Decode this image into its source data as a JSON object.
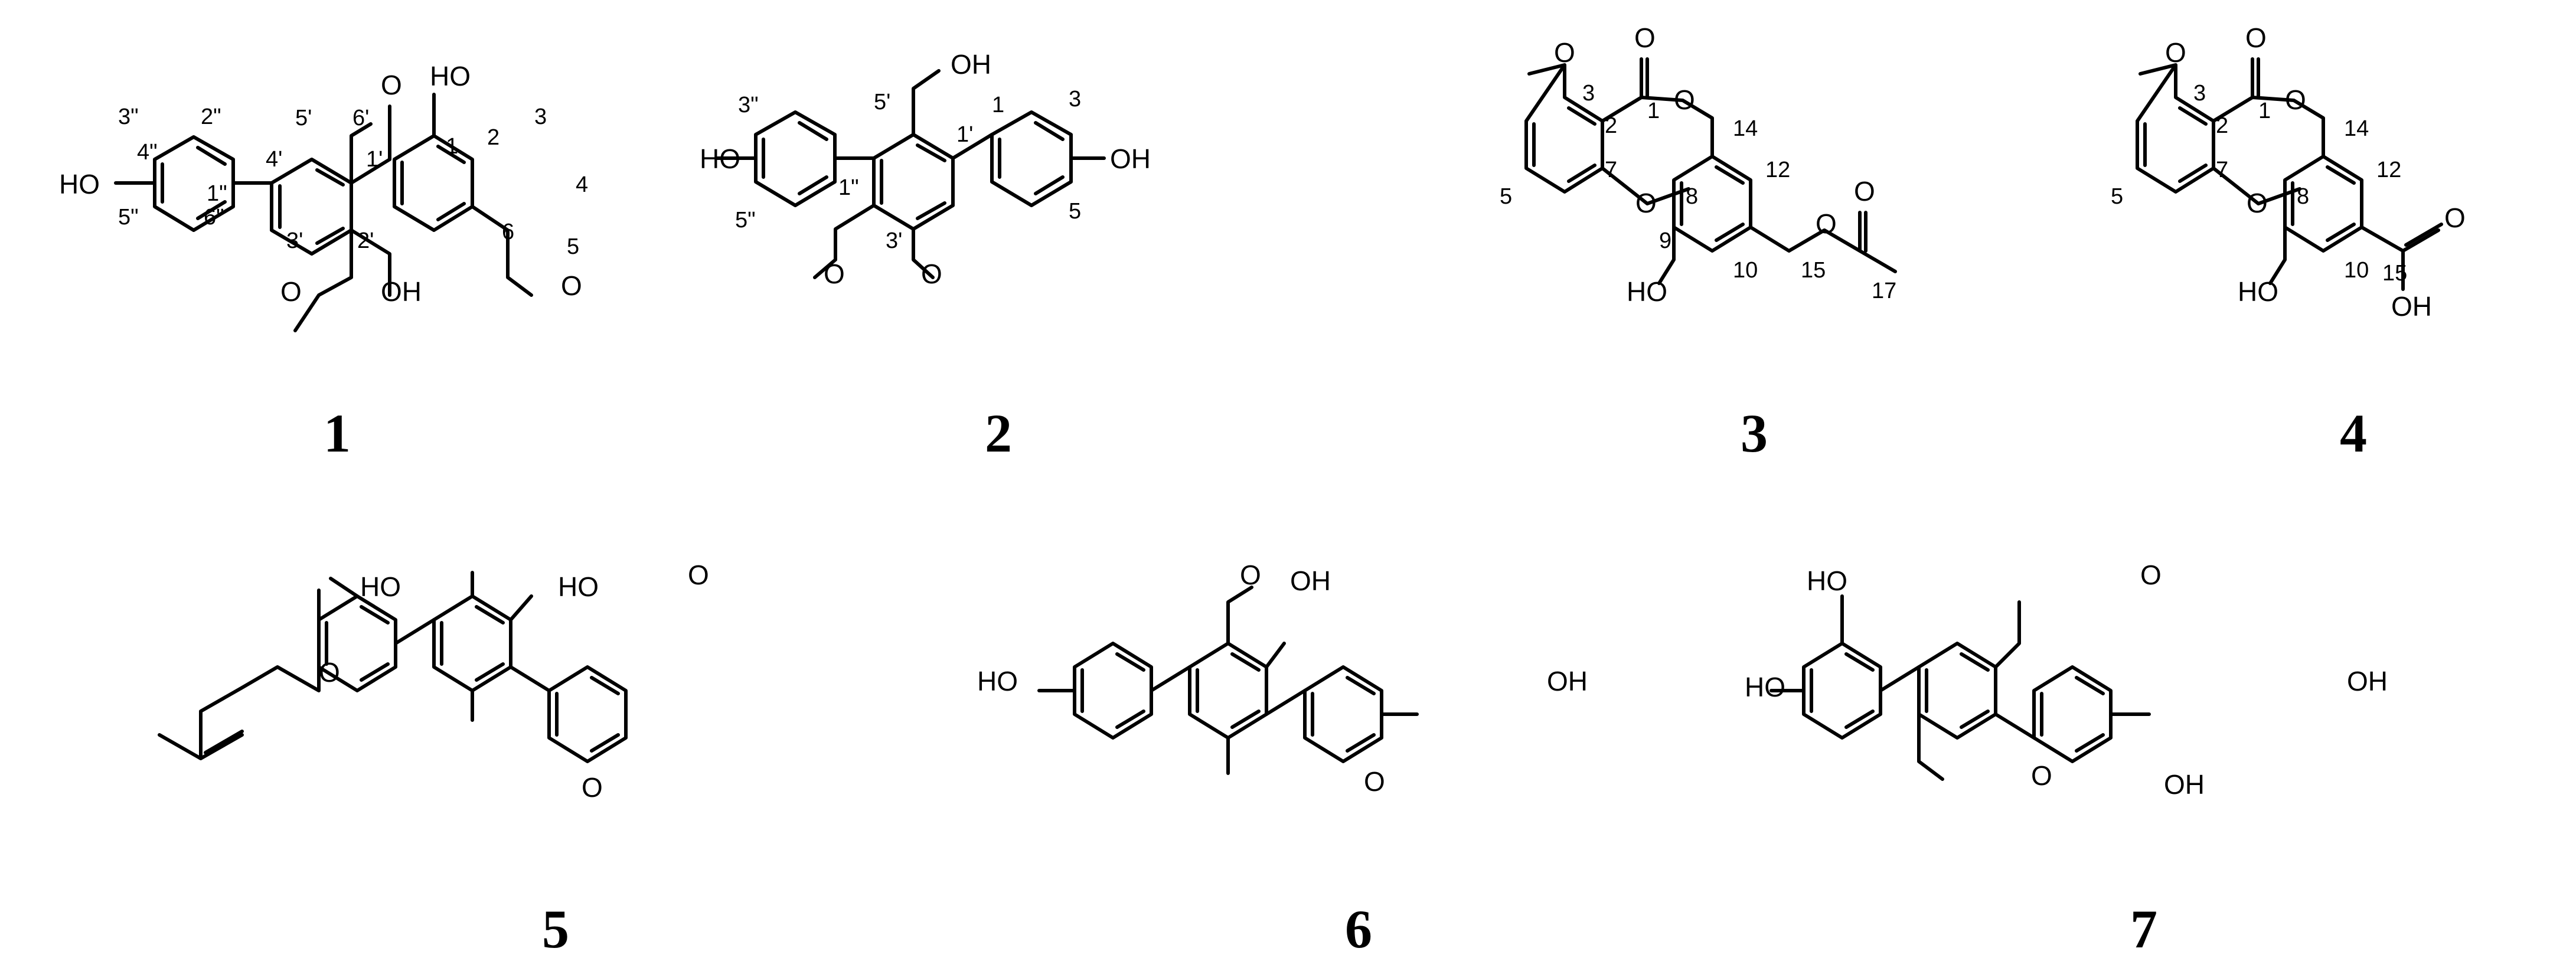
{
  "compounds": [
    {
      "id": "1",
      "atoms": {
        "ho4pp": "HO",
        "o2": "HO",
        "o6p_me": "O",
        "o2p": "OH",
        "o3p_me": "O",
        "o5_me": "O"
      },
      "numbers": {
        "n3pp": "3\"",
        "n2pp": "2\"",
        "n4pp": "4\"",
        "n1pp": "1\"",
        "n5pp": "5\"",
        "n6pp": "6\"",
        "n5p": "5'",
        "n6p": "6'",
        "n4p": "4'",
        "n1p": "1'",
        "n3p": "3'",
        "n2p": "2'",
        "n1": "1",
        "n2": "2",
        "n3": "3",
        "n4": "4",
        "n5": "5",
        "n6": "6"
      }
    },
    {
      "id": "2",
      "atoms": {
        "ho4pp": "HO",
        "oh6p": "OH",
        "oh4": "OH",
        "o3p_me": "O",
        "o2p_me": "O"
      },
      "numbers": {
        "n3pp": "3\"",
        "n5pp": "5\"",
        "n1pp": "1\"",
        "n5p": "5'",
        "n3p": "3'",
        "n1p": "1'",
        "n1": "1",
        "n3": "3",
        "n5": "5"
      }
    },
    {
      "id": "3",
      "atoms": {
        "o3": "O",
        "c1o": "O",
        "lac": "O",
        "eth": "O",
        "oh9": "HO",
        "oac": "O",
        "co": "O"
      },
      "numbers": {
        "n3": "3",
        "n1": "1",
        "n2": "2",
        "n14": "14",
        "n12": "12",
        "n5": "5",
        "n7": "7",
        "n8": "8",
        "n9": "9",
        "n10": "10",
        "n15": "15",
        "n17": "17"
      }
    },
    {
      "id": "4",
      "atoms": {
        "o3": "O",
        "c1o": "O",
        "lac": "O",
        "eth": "O",
        "oh9": "HO",
        "co": "O",
        "oh": "OH"
      },
      "numbers": {
        "n3": "3",
        "n1": "1",
        "n2": "2",
        "n14": "14",
        "n12": "12",
        "n5": "5",
        "n7": "7",
        "n8": "8",
        "n15": "15",
        "n10": "10"
      }
    },
    {
      "id": "5",
      "atoms": {
        "ho_a": "HO",
        "ho_b": "HO",
        "o_me_top": "O",
        "o_prenyl": "O",
        "o_me_bot": "O"
      }
    },
    {
      "id": "6",
      "atoms": {
        "o_me_top": "O",
        "oh_top": "OH",
        "ho_left": "HO",
        "oh_right": "OH",
        "o_me_bot": "O"
      }
    },
    {
      "id": "7",
      "atoms": {
        "ho_top": "HO",
        "ho_left": "HO",
        "o_me_top": "O",
        "oh_right": "OH",
        "o_me_bot": "O",
        "oh_bot": "OH"
      }
    }
  ]
}
